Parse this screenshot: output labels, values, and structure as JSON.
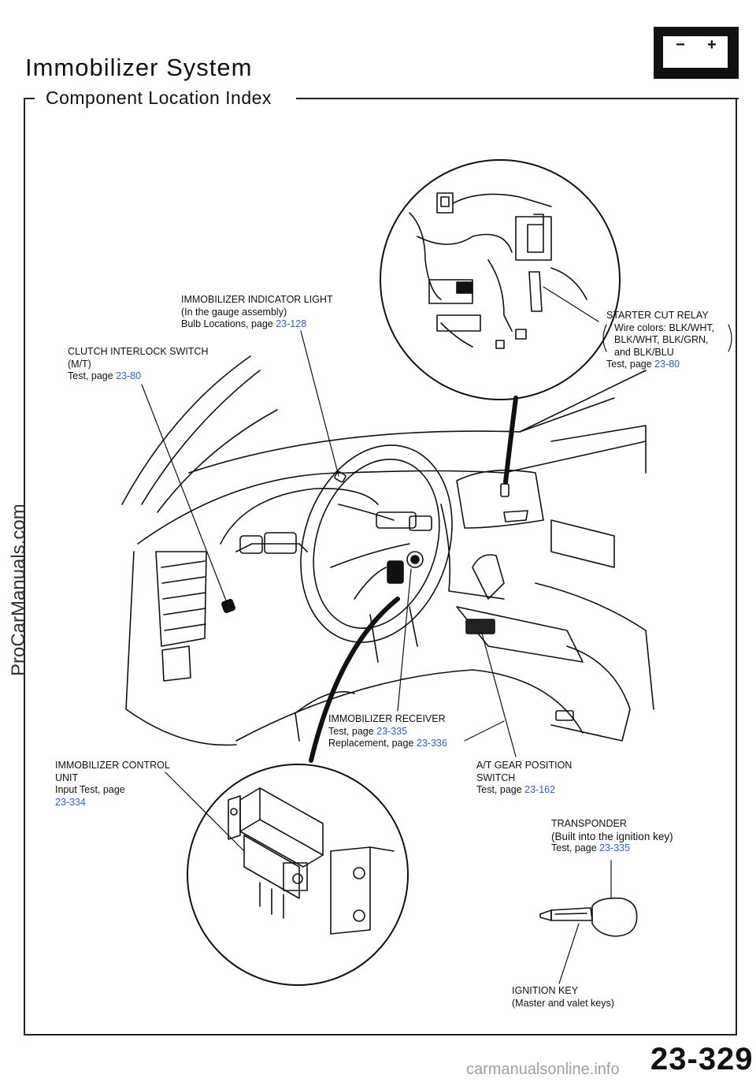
{
  "page": {
    "title": "Immobilizer  System",
    "subtitle": "Component Location Index",
    "page_number": "23-329"
  },
  "battery_icon": {
    "neg": "−",
    "pos": "+"
  },
  "labels": {
    "indicator_light": {
      "line1": "IMMOBILIZER  INDICATOR  LIGHT",
      "line2": "(In the gauge assembly)",
      "line3_prefix": "Bulb Locations, page ",
      "line3_link": "23-128"
    },
    "clutch_switch": {
      "line1": "CLUTCH INTERLOCK SWITCH",
      "line2": "(M/T)",
      "line3_prefix": "Test, page ",
      "line3_link": "23-80"
    },
    "starter_relay": {
      "line1": "STARTER  CUT  RELAY",
      "line2": "Wire colors: BLK/WHT,",
      "line3": "BLK/WHT, BLK/GRN,",
      "line4": "and BLK/BLU",
      "line5_prefix": "Test, page ",
      "line5_link": "23-80"
    },
    "receiver": {
      "line1": "IMMOBILIZER RECEIVER",
      "line2_prefix": "Test, page ",
      "line2_link": "23-335",
      "line3_prefix": "Replacement, page ",
      "line3_link": "23-336"
    },
    "control_unit": {
      "line1": "IMMOBILIZER  CONTROL",
      "line2": "UNIT",
      "line3": "Input Test,  page",
      "line4_link": "23-334"
    },
    "gear_switch": {
      "line1": "A/T  GEAR  POSITION",
      "line2": "SWITCH",
      "line3_prefix": "Test, page ",
      "line3_link": "23-162"
    },
    "transponder": {
      "line1": "TRANSPONDER",
      "line2": "(Built into the ignition key)",
      "line3_prefix": "Test,  page ",
      "line3_link": "23-335"
    },
    "ignition_key": {
      "line1": "IGNITION KEY",
      "line2": "(Master and valet keys)"
    }
  },
  "watermarks": {
    "side": "ProCarManuals.com",
    "bottom": "carmanualsonline.info"
  },
  "colors": {
    "link": "#2f5fd0",
    "ink": "#111111",
    "watermark": "#9aa0a6"
  }
}
